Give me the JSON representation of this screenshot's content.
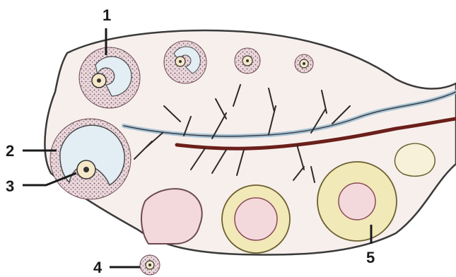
{
  "labels": {
    "l1": "1",
    "l2": "2",
    "l3": "3",
    "l4": "4",
    "l5": "5"
  },
  "colors": {
    "ovary_fill": "#f7efec",
    "outline": "#3a3a3a",
    "granulosa": "#e6d6d8",
    "granulosa_dots": "#8a5a66",
    "antrum": "#e3eef4",
    "vein": "#4a2a20",
    "artery": "#6b1f1a",
    "vessel_blue": "#a9c4d6",
    "corpus_luteum": "#f1e9b8",
    "corpus_inner": "#f3d9dc"
  }
}
